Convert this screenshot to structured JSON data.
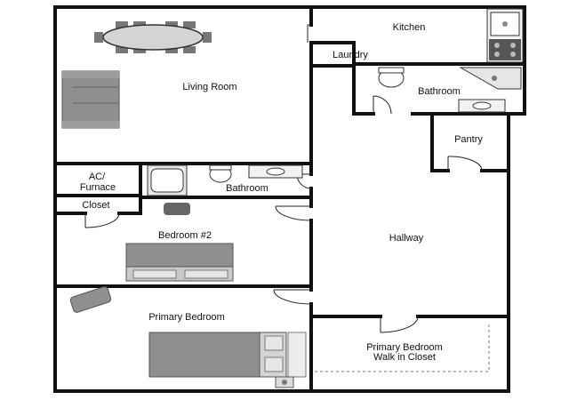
{
  "rooms": {
    "kitchen": "Kitchen",
    "laundry": "Laundry",
    "living_room": "Living Room",
    "bathroom_top": "Bathroom",
    "pantry": "Pantry",
    "ac_furnace_line1": "AC/",
    "ac_furnace_line2": "Furnace",
    "bathroom_mid": "Bathroom",
    "closet": "Closet",
    "bedroom_2": "Bedroom #2",
    "hallway": "Hallway",
    "primary_bedroom": "Primary Bedroom",
    "walk_in_line1": "Primary Bedroom",
    "walk_in_line2": "Walk in Closet"
  },
  "colors": {
    "wall": "#111111",
    "furniture": "#8f8f8f",
    "furniture_light": "#d4d4d4",
    "fixture": "#ffffff"
  }
}
